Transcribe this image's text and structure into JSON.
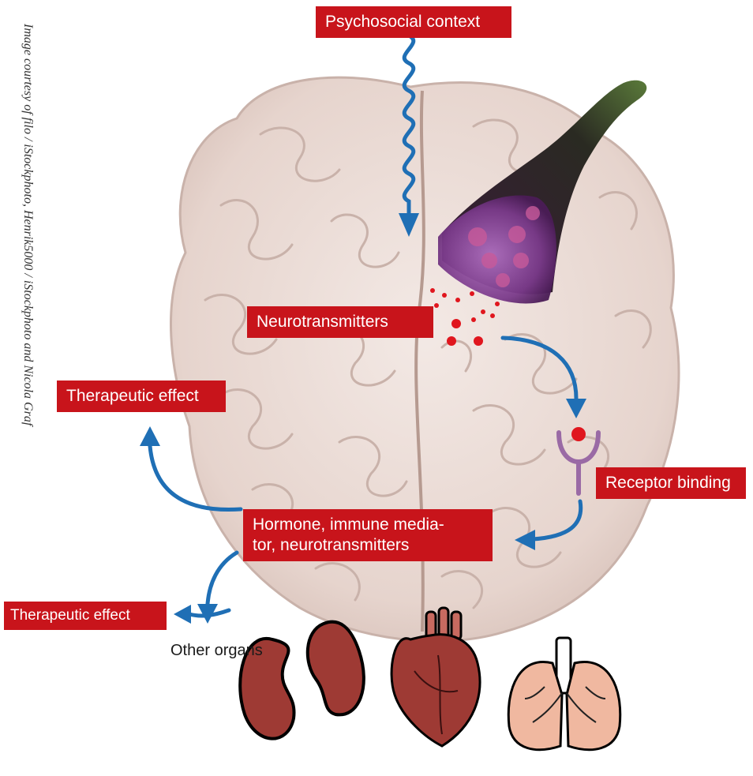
{
  "labels": {
    "psychosocial_context": "Psychosocial context",
    "neurotransmitters": "Neurotransmitters",
    "therapeutic_effect_top": "Therapeutic effect",
    "receptor_binding": "Receptor binding",
    "hormone_line1": "Hormone, immune media-",
    "hormone_line2": "tor, neurotransmitters",
    "other_organs": "Other organs",
    "therapeutic_effect_bottom": "Therapeutic effect"
  },
  "credit": "Image courtesy of filo / iStockphoto, Henrik5000 / iStockphoto and Nicola Graf",
  "colors": {
    "label_bg": "#c8141b",
    "arrow": "#1f6fb5",
    "brain": "#ead9d3",
    "brain_fold": "#c9b2aa",
    "neuron": "#7a3a8a",
    "receptor": "#9a6aa5",
    "organ": "#9e3a34"
  },
  "icons": [
    "brain-illustration",
    "neuron-illustration",
    "receptor-icon",
    "kidneys-icon",
    "heart-icon",
    "lungs-icon"
  ]
}
